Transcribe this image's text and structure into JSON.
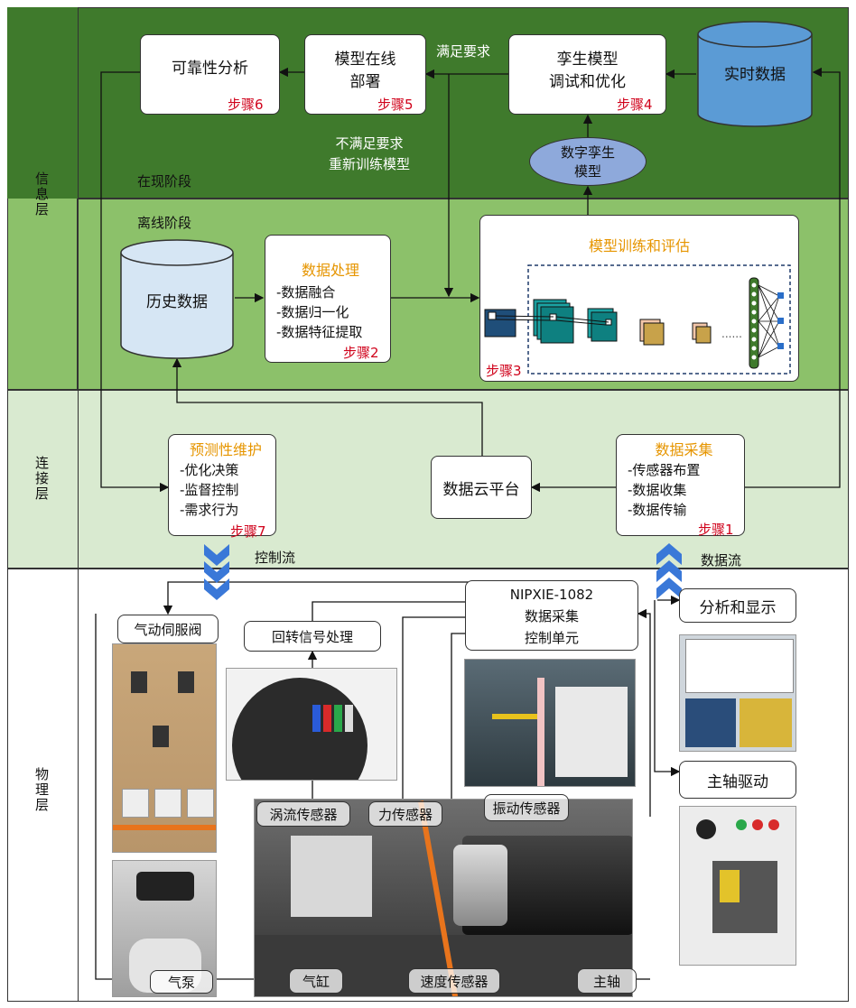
{
  "layers": {
    "info": "信息层",
    "connect": "连接层",
    "physical": "物理层"
  },
  "stages": {
    "online": "在现阶段",
    "offline": "离线阶段"
  },
  "online": {
    "reliability": {
      "title": "可靠性分析",
      "step": "步骤6"
    },
    "deploy": {
      "line1": "模型在线",
      "line2": "部署",
      "step": "步骤5"
    },
    "twin_debug": {
      "line1": "孪生模型",
      "line2": "调试和优化",
      "step": "步骤4"
    },
    "realtime": "实时数据",
    "digital_twin": {
      "line1": "数字孪生",
      "line2": "模型"
    },
    "satisfied": "满足要求",
    "unsatisfied": {
      "line1": "不满足要求",
      "line2": "重新训练模型"
    }
  },
  "offline": {
    "history": "历史数据",
    "processing": {
      "title": "数据处理",
      "items": [
        "-数据融合",
        "-数据归一化",
        "-数据特征提取"
      ],
      "step": "步骤2"
    },
    "training": {
      "title": "模型训练和评估",
      "step": "步骤3"
    }
  },
  "connect": {
    "maintenance": {
      "title": "预测性维护",
      "items": [
        "-优化决策",
        "-监督控制",
        "-需求行为"
      ],
      "step": "步骤7"
    },
    "cloud": "数据云平台",
    "collection": {
      "title": "数据采集",
      "items": [
        "-传感器布置",
        "-数据收集",
        "-数据传输"
      ],
      "step": "步骤1"
    },
    "control_flow": "控制流",
    "data_flow": "数据流"
  },
  "physical": {
    "valve": "气动伺服阀",
    "rotary": "回转信号处理",
    "daq": {
      "line1": "NIPXIE-1082",
      "line2": "数据采集",
      "line3": "控制单元"
    },
    "analysis": "分析和显示",
    "spindle_drive": "主轴驱动",
    "eddy": "涡流传感器",
    "force": "力传感器",
    "vibration": "振动传感器",
    "pump": "气泵",
    "cylinder": "气缸",
    "speed": "速度传感器",
    "spindle": "主轴"
  },
  "colors": {
    "online_bg": "#3f7a2c",
    "offline_bg": "#8cc16a",
    "connect_bg": "#d9ead0",
    "db_blue": "#5b9bd5",
    "db_light": "#d6e6f4",
    "ellipse": "#8ea9db",
    "arrow_blue": "#4472c4",
    "step_red": "#d0021b",
    "title_orange": "#e69500"
  }
}
